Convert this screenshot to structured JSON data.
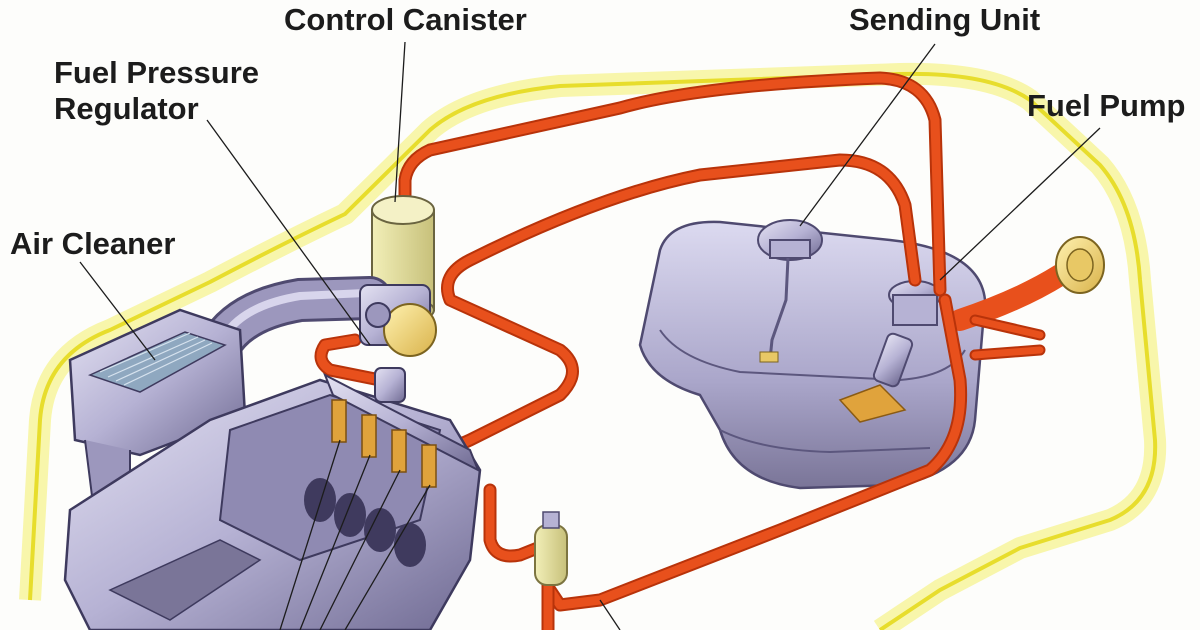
{
  "labels": {
    "control_canister": "Control Canister",
    "sending_unit": "Sending Unit",
    "fuel_pump": "Fuel Pump",
    "fuel_pressure_regulator_line1": "Fuel Pressure",
    "fuel_pressure_regulator_line2": "Regulator",
    "air_cleaner": "Air Cleaner"
  },
  "colors": {
    "background": "#fdfdfb",
    "car_outline_glow": "#f4f06a",
    "fuel_line": "#e8501c",
    "fuel_line_edge": "#b8330a",
    "metal": "#b6b2d4",
    "metal_dark": "#6f6a92",
    "label_text": "#1c1c1c"
  }
}
